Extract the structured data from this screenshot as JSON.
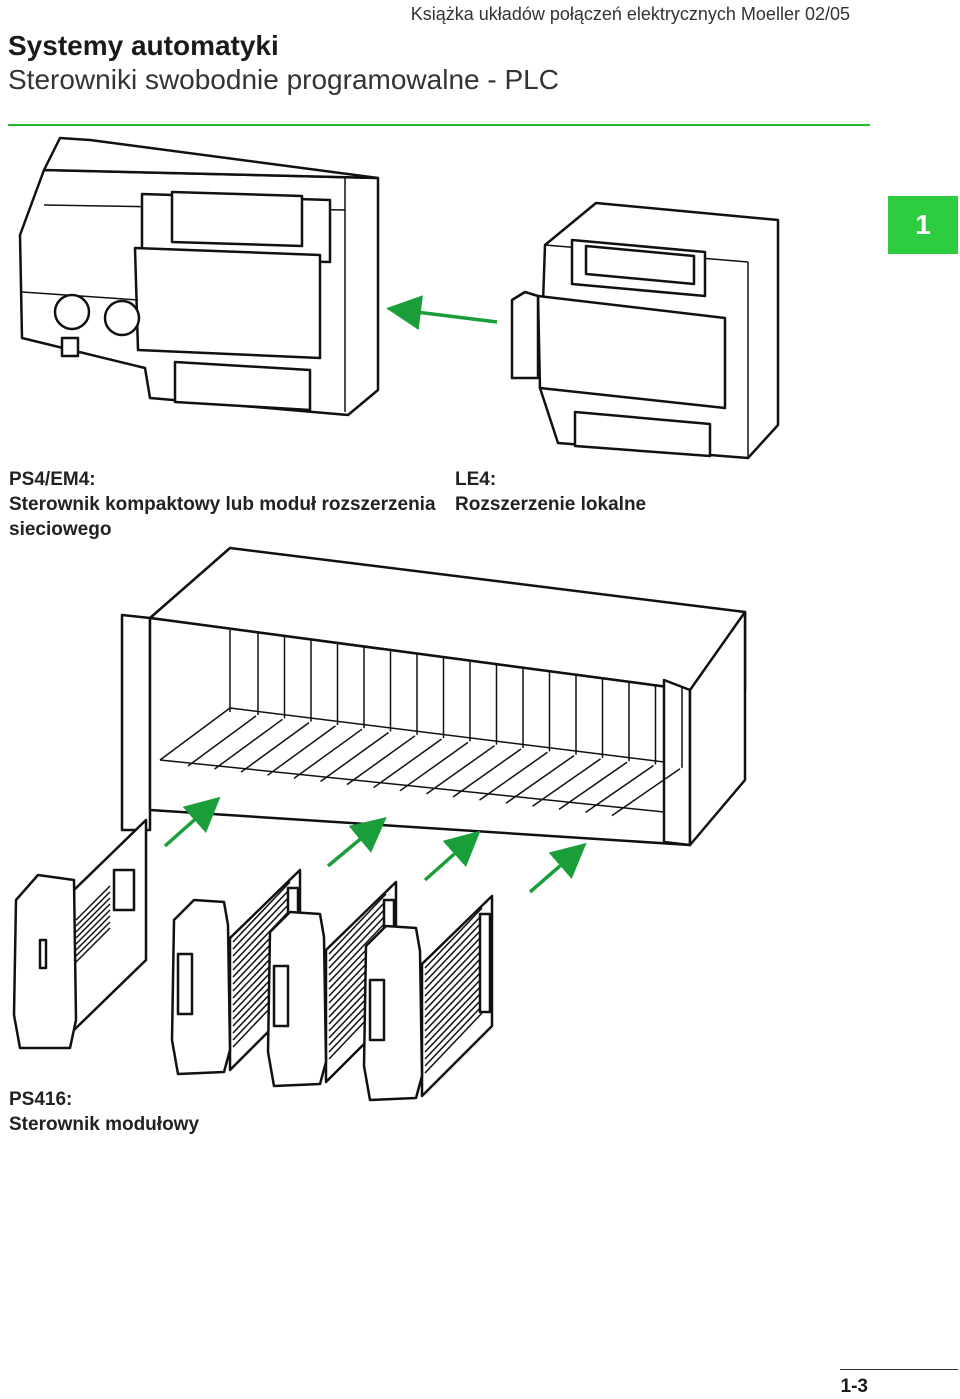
{
  "header": {
    "book_title": "Książka układów połączeń elektrycznych Moeller 02/05",
    "title": "Systemy automatyki",
    "subtitle": "Sterowniki swobodnie programowalne - PLC"
  },
  "chapter_tab": "1",
  "captions": {
    "ps4": {
      "line1": "PS4/EM4:",
      "line2": "Sterownik kompaktowy lub moduł rozszerzenia",
      "line3": "sieciowego"
    },
    "le4": {
      "line1": "LE4:",
      "line2": "Rozszerzenie lokalne"
    },
    "ps416": {
      "line1": "PS416:",
      "line2": "Sterownik modułowy"
    }
  },
  "page_number": "1-3",
  "colors": {
    "accent": "#2ecc40",
    "arrow": "#1a9e3a"
  }
}
